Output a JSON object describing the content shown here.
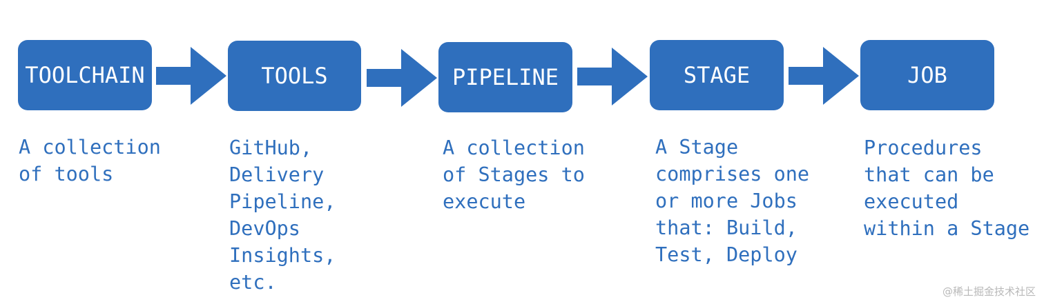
{
  "colors": {
    "box": "#2f6fbd",
    "arrow": "#2f6fbd",
    "text": "#2f6fbd",
    "watermark": "#b8b8b8"
  },
  "stages": [
    {
      "label": "TOOLCHAIN",
      "description": "A collection\nof tools"
    },
    {
      "label": "TOOLS",
      "description": "GitHub,\nDelivery\nPipeline,\nDevOps\nInsights,\netc."
    },
    {
      "label": "PIPELINE",
      "description": "A collection\nof Stages to\nexecute"
    },
    {
      "label": "STAGE",
      "description": "A Stage\ncomprises one\nor more Jobs\nthat: Build,\nTest, Deploy"
    },
    {
      "label": "JOB",
      "description": "Procedures\nthat can be\nexecuted\nwithin a Stage"
    }
  ],
  "watermark": "@稀土掘金技术社区"
}
